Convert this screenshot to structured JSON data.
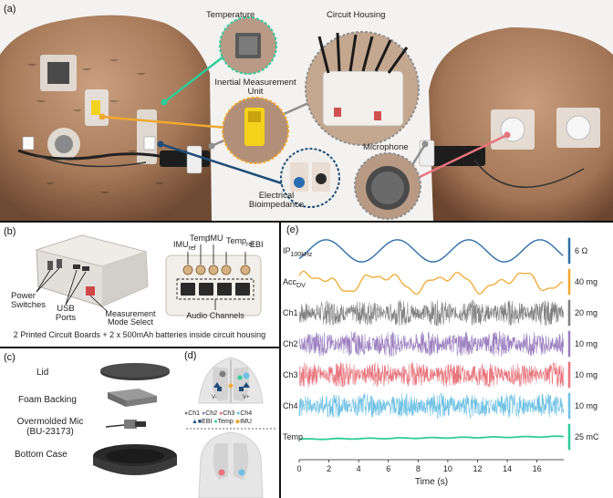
{
  "panel_a": {
    "label": "(a)",
    "callouts": {
      "temperature": "Temperature",
      "circuit_housing": "Circuit Housing",
      "imu_line1": "Inertial Measurement",
      "imu_line2": "Unit",
      "microphone": "Microphone",
      "eb_line1": "Electrical",
      "eb_line2": "Bioimpedance"
    }
  },
  "panel_b": {
    "label": "(b)",
    "power_line1": "Power",
    "power_line2": "Switches",
    "usb_line1": "USB",
    "usb_line2": "Ports",
    "mm_line1": "Measurement",
    "mm_line2": "Mode Select",
    "imu_ref": "IMU",
    "imu_ref_sub": "ref",
    "temp": "Temp",
    "imu": "IMU",
    "temp_ref": "Temp",
    "temp_ref_sub": "ref",
    "ebi": "EBI",
    "audio_channels": "Audio Channels",
    "caption": "2 Printed Circuit Boards + 2 x 500mAh batteries inside circuit housing"
  },
  "panel_c": {
    "label": "(c)",
    "lid": "Lid",
    "foam": "Foam Backing",
    "mic_line1": "Overmolded Mic",
    "mic_line2": "(BU-23173)",
    "bottom": "Bottom Case"
  },
  "panel_d": {
    "label": "(d)",
    "legend": {
      "ch1": "Ch1",
      "ch2": "Ch2",
      "ch3": "Ch3",
      "ch4": "Ch4",
      "ebi": "EBI",
      "temp": "Temp",
      "imu": "IMU"
    },
    "colors": {
      "ch1": "#7f7f7f",
      "ch2": "#9b7fc0",
      "ch3": "#e8747c",
      "ch4": "#6ec1e4",
      "ebi": "#1f4e79",
      "temp": "#2ecc9a",
      "imu": "#f0a830"
    }
  },
  "panel_e": {
    "label": "(e)",
    "chart_data": {
      "type": "line",
      "xlabel": "Time (s)",
      "x_ticks": [
        0,
        2,
        4,
        6,
        8,
        10,
        12,
        14,
        16
      ],
      "xlim": [
        0,
        17.8
      ],
      "series": [
        {
          "name": "IP",
          "name_sub": "100kHz",
          "color": "#2e6ea6",
          "scale": "6 Ω",
          "kind": "wave",
          "period": 4.8,
          "amplitude": 1.0
        },
        {
          "name": "Acc",
          "name_sub": "DV",
          "color": "#f0a830",
          "scale": "40 mg",
          "kind": "irregular",
          "amplitude": 1.0
        },
        {
          "name": "Ch1",
          "name_sub": "",
          "color": "#7f7f7f",
          "scale": "20 mg",
          "kind": "noise",
          "amplitude": 1.0
        },
        {
          "name": "Ch2",
          "name_sub": "",
          "color": "#9b7fc0",
          "scale": "10 mg",
          "kind": "noise",
          "amplitude": 1.0
        },
        {
          "name": "Ch3",
          "name_sub": "",
          "color": "#e8747c",
          "scale": "10 mg",
          "kind": "noise",
          "amplitude": 1.0
        },
        {
          "name": "Ch4",
          "name_sub": "",
          "color": "#6ec1e4",
          "scale": "10 mg",
          "kind": "noise",
          "amplitude": 1.0
        },
        {
          "name": "Temp",
          "name_sub": "",
          "color": "#2ecc9a",
          "scale": "25 mC",
          "kind": "drift",
          "amplitude": 1.0
        }
      ]
    }
  }
}
